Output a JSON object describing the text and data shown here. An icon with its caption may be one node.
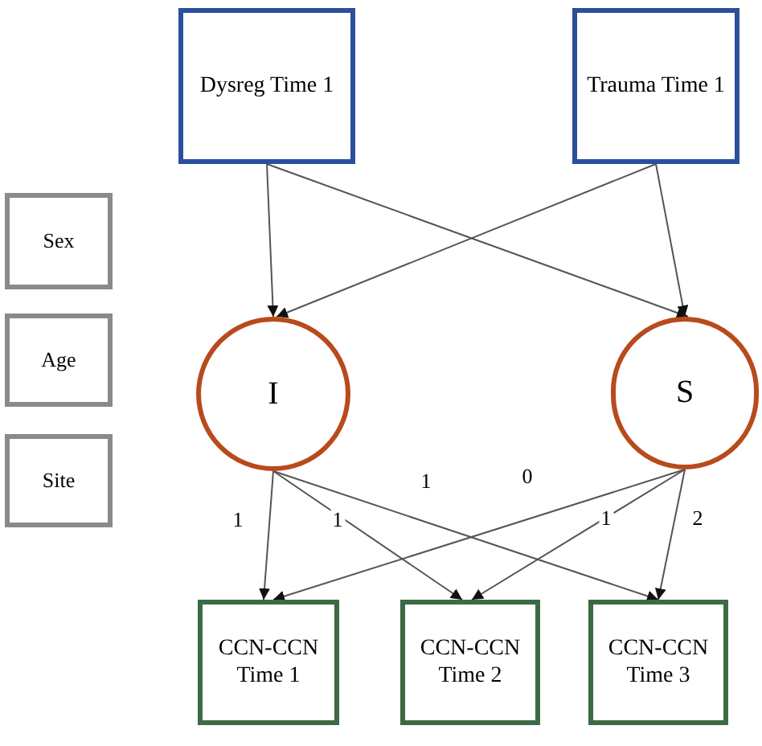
{
  "diagram": {
    "nodes": [
      {
        "text": [
          "Dysreg Time 1"
        ]
      },
      {
        "text": [
          "Trauma Time 1"
        ]
      },
      {
        "text": [
          "Sex"
        ]
      },
      {
        "text": [
          "Age"
        ]
      },
      {
        "text": [
          "Site"
        ]
      },
      {
        "text": [
          "I"
        ]
      },
      {
        "text": [
          "S"
        ]
      },
      {
        "text": [
          "CCN-CCN Time 1"
        ]
      },
      {
        "text": [
          "CCN-CCN Time 2"
        ]
      },
      {
        "text": [
          "CCN-CCN Time 3"
        ]
      }
    ],
    "edges": [
      {
        "from": 0,
        "to": 5,
        "arrow": "to"
      },
      {
        "from": 0,
        "to": 6,
        "arrow": "to"
      },
      {
        "from": 1,
        "to": 5,
        "arrow": "to"
      },
      {
        "from": 1,
        "to": 6,
        "arrow": "to"
      },
      {
        "from": 5,
        "to": 7,
        "arrow": "to",
        "label": "1"
      },
      {
        "from": 5,
        "to": 8,
        "arrow": "to",
        "label": "1"
      },
      {
        "from": 5,
        "to": 9,
        "arrow": "to",
        "label": "1"
      },
      {
        "from": 6,
        "to": 7,
        "arrow": "to",
        "label": "0"
      },
      {
        "from": 6,
        "to": 8,
        "arrow": "to",
        "label": "1"
      },
      {
        "from": 6,
        "to": 9,
        "arrow": "to",
        "label": "2"
      }
    ]
  }
}
